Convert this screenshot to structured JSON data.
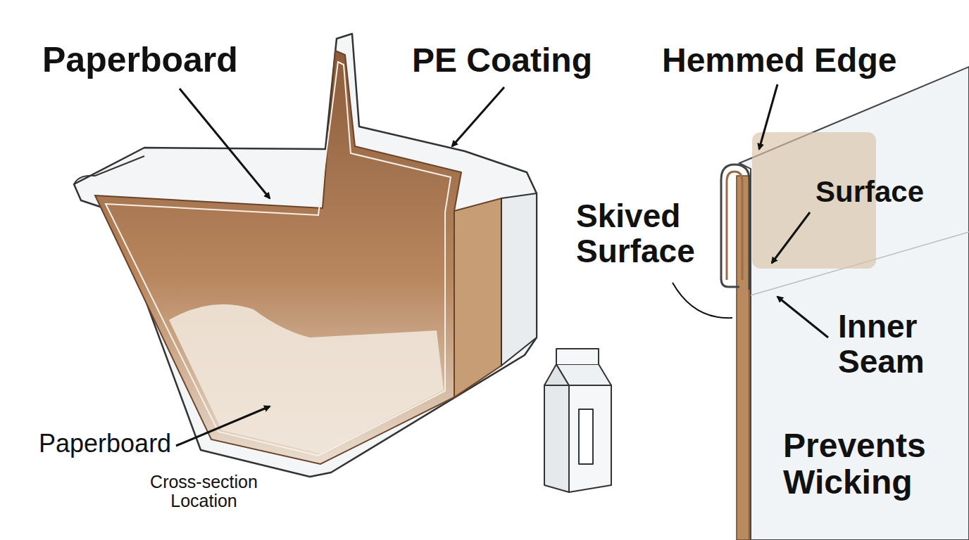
{
  "diagram": {
    "labels": [
      "Paperboard",
      "PE Coating",
      "Hemmed Edge",
      "Skived Surface",
      "Surface",
      "Inner Seam",
      "Prevents Wicking",
      "Paperboard",
      "Cross-section Location"
    ]
  }
}
